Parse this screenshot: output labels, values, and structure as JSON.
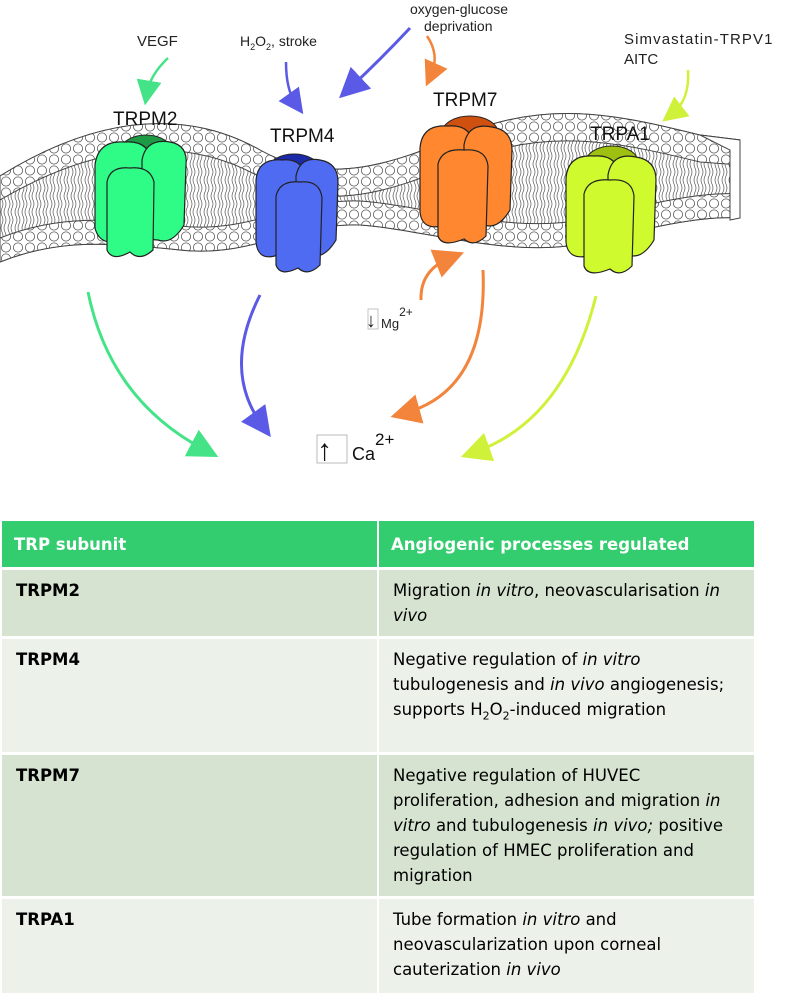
{
  "figure": {
    "stimuli": {
      "vegf": "VEGF",
      "h2o2_prefix": "H",
      "h2o2_sub1": "2",
      "h2o2_mid": "O",
      "h2o2_sub2": "2",
      "h2o2_suffix": ", stroke",
      "ogd_line1": "oxygen-glucose",
      "ogd_line2": "deprivation",
      "simva_line1": "Simvastatin-TRPV1",
      "simva_line2": "AITC"
    },
    "channels": [
      {
        "label": "TRPM2",
        "color": "#2efc86",
        "cap": "#1e9a45"
      },
      {
        "label": "TRPM4",
        "color": "#4f6bf2",
        "cap": "#1a2aa8"
      },
      {
        "label": "TRPM7",
        "color": "#ff8730",
        "cap": "#d05010"
      },
      {
        "label": "TRPA1",
        "color": "#cffb2e",
        "cap": "#9ec010"
      }
    ],
    "mg": {
      "arrow": "↓",
      "symbol": "Mg",
      "charge": "2+"
    },
    "ca": {
      "arrow": "↑",
      "symbol": "Ca",
      "charge": "2+"
    }
  },
  "table": {
    "headers": [
      "TRP subunit",
      "Angiogenic processes regulated"
    ],
    "rows": [
      {
        "subunit": "TRPM2",
        "processes": [
          {
            "t": "Migration "
          },
          {
            "t": "in vitro",
            "i": true
          },
          {
            "t": ", neovascularisation "
          },
          {
            "t": "in vivo",
            "i": true
          }
        ]
      },
      {
        "subunit": "TRPM4",
        "processes": [
          {
            "t": "Negative regulation of "
          },
          {
            "t": "in vitro",
            "i": true
          },
          {
            "t": " tubulogenesis and "
          },
          {
            "t": "in vivo",
            "i": true
          },
          {
            "t": " angiogenesis; supports H"
          },
          {
            "t": "2",
            "sub": true
          },
          {
            "t": "O"
          },
          {
            "t": "2",
            "sub": true
          },
          {
            "t": "-induced migration"
          }
        ]
      },
      {
        "subunit": "TRPM7",
        "processes": [
          {
            "t": "Negative regulation of HUVEC proliferation, adhesion and migration "
          },
          {
            "t": "in vitro",
            "i": true
          },
          {
            "t": " and tubulogenesis "
          },
          {
            "t": "in vivo;",
            "i": true
          },
          {
            "t": " positive regulation of HMEC proliferation and migration"
          }
        ]
      },
      {
        "subunit": "TRPA1",
        "processes": [
          {
            "t": "Tube formation "
          },
          {
            "t": "in vitro",
            "i": true
          },
          {
            "t": " and neovascularization upon corneal cauterization "
          },
          {
            "t": "in vivo",
            "i": true
          }
        ]
      }
    ]
  }
}
